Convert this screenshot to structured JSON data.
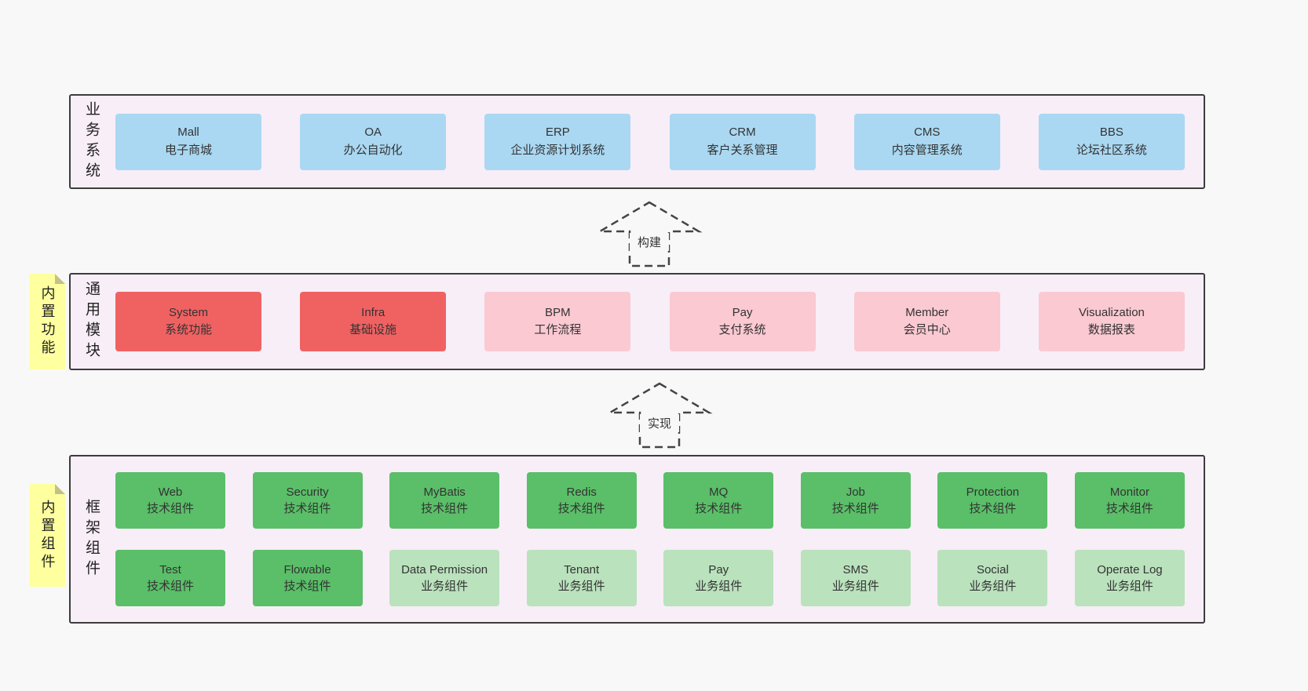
{
  "arrows": {
    "build": "构建",
    "implement": "实现"
  },
  "colors": {
    "page_bg": "#f8f8f8",
    "panel_bg": "#f8eef7",
    "panel_border": "#3c3c3c",
    "blue_box": "#aad8f2",
    "red_box": "#f06262",
    "pink_box": "#fbc9d2",
    "green_dark_box": "#5abf68",
    "green_light_box": "#bae2bd",
    "note_bg": "#feff9e"
  },
  "sections": {
    "business": {
      "side_label": "业务系统",
      "items": [
        {
          "title": "Mall",
          "subtitle": "电子商城"
        },
        {
          "title": "OA",
          "subtitle": "办公自动化"
        },
        {
          "title": "ERP",
          "subtitle": "企业资源计划系统"
        },
        {
          "title": "CRM",
          "subtitle": "客户关系管理"
        },
        {
          "title": "CMS",
          "subtitle": "内容管理系统"
        },
        {
          "title": "BBS",
          "subtitle": "论坛社区系统"
        }
      ]
    },
    "modules": {
      "side_label": "通用模块",
      "note_label": "内置功能",
      "items": [
        {
          "title": "System",
          "subtitle": "系统功能",
          "variant": "red"
        },
        {
          "title": "Infra",
          "subtitle": "基础设施",
          "variant": "red"
        },
        {
          "title": "BPM",
          "subtitle": "工作流程",
          "variant": "pink"
        },
        {
          "title": "Pay",
          "subtitle": "支付系统",
          "variant": "pink"
        },
        {
          "title": "Member",
          "subtitle": "会员中心",
          "variant": "pink"
        },
        {
          "title": "Visualization",
          "subtitle": "数据报表",
          "variant": "pink"
        }
      ]
    },
    "components": {
      "side_label": "框架组件",
      "note_label": "内置组件",
      "row1": [
        {
          "title": "Web",
          "subtitle": "技术组件",
          "variant": "green-dark"
        },
        {
          "title": "Security",
          "subtitle": "技术组件",
          "variant": "green-dark"
        },
        {
          "title": "MyBatis",
          "subtitle": "技术组件",
          "variant": "green-dark"
        },
        {
          "title": "Redis",
          "subtitle": "技术组件",
          "variant": "green-dark"
        },
        {
          "title": "MQ",
          "subtitle": "技术组件",
          "variant": "green-dark"
        },
        {
          "title": "Job",
          "subtitle": "技术组件",
          "variant": "green-dark"
        },
        {
          "title": "Protection",
          "subtitle": "技术组件",
          "variant": "green-dark"
        },
        {
          "title": "Monitor",
          "subtitle": "技术组件",
          "variant": "green-dark"
        }
      ],
      "row2": [
        {
          "title": "Test",
          "subtitle": "技术组件",
          "variant": "green-dark"
        },
        {
          "title": "Flowable",
          "subtitle": "技术组件",
          "variant": "green-dark"
        },
        {
          "title": "Data Permission",
          "subtitle": "业务组件",
          "variant": "green-light"
        },
        {
          "title": "Tenant",
          "subtitle": "业务组件",
          "variant": "green-light"
        },
        {
          "title": "Pay",
          "subtitle": "业务组件",
          "variant": "green-light"
        },
        {
          "title": "SMS",
          "subtitle": "业务组件",
          "variant": "green-light"
        },
        {
          "title": "Social",
          "subtitle": "业务组件",
          "variant": "green-light"
        },
        {
          "title": "Operate Log",
          "subtitle": "业务组件",
          "variant": "green-light"
        }
      ]
    }
  }
}
